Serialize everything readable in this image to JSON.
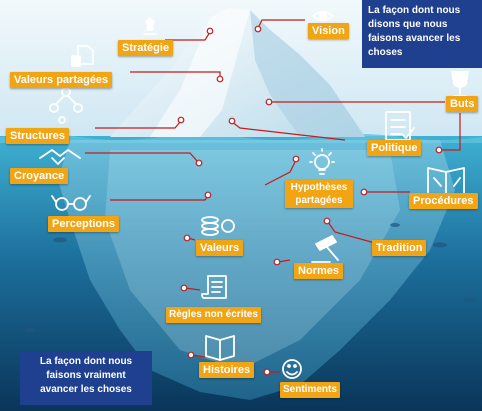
{
  "colors": {
    "sky": "#e3f1f8",
    "water_top": "#38a6c9",
    "water_bottom": "#0c3f66",
    "label_fill": "#f1a514",
    "connector": "#c21c1c",
    "note_fill": "#1f3f8f"
  },
  "notes": {
    "top": "La façon dont nous disons que nous faisons avancer les choses",
    "bottom": "La façon dont nous faisons vraiment avancer les choses"
  },
  "labels": {
    "strategie": "Stratégie",
    "vision": "Vision",
    "valeurs_partagees": "Valeurs partagées",
    "buts": "Buts",
    "structures": "Structures",
    "politique": "Politique",
    "croyance": "Croyance",
    "hypotheses_partagees": "Hypothèses partagées",
    "procedures": "Procédures",
    "perceptions": "Perceptions",
    "tradition": "Tradition",
    "valeurs": "Valeurs",
    "normes": "Normes",
    "regles_non_ecrites": "Règles non écrites",
    "histoires": "Histoires",
    "sentiments": "Sentiments"
  },
  "icons": [
    "chess-piece-icon",
    "eye-icon",
    "document-icon",
    "trophy-icon",
    "network-icon",
    "checklist-icon",
    "handshake-icon",
    "lightbulb-icon",
    "tools-book-icon",
    "glasses-icon",
    "coins-icon",
    "gavel-icon",
    "scroll-icon",
    "book-icon",
    "smiley-icon"
  ]
}
